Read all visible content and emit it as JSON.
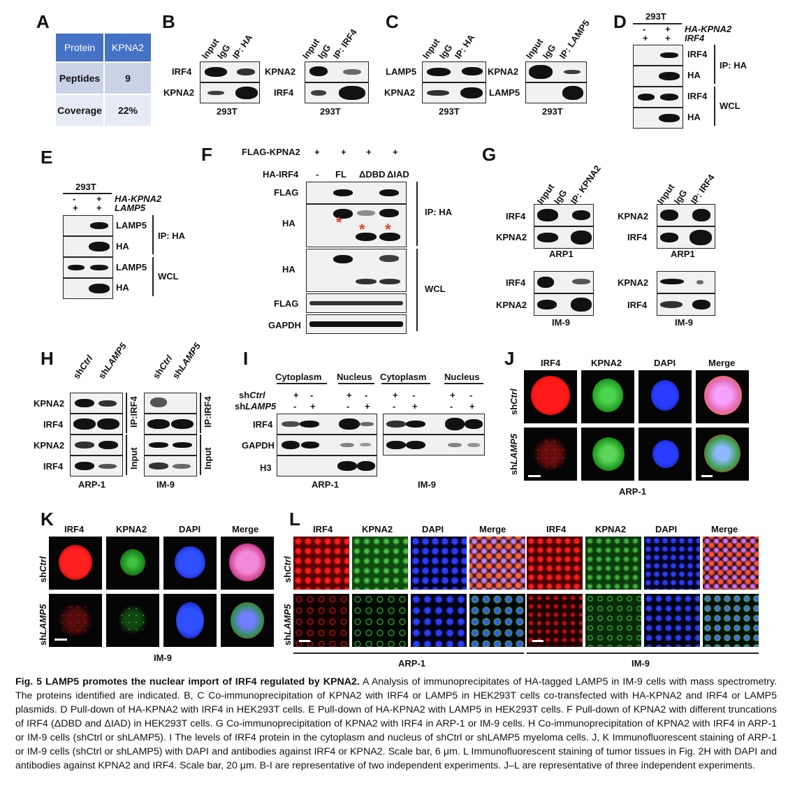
{
  "panels": {
    "A": "A",
    "B": "B",
    "C": "C",
    "D": "D",
    "E": "E",
    "F": "F",
    "G": "G",
    "H": "H",
    "I": "I",
    "J": "J",
    "K": "K",
    "L": "L"
  },
  "tableA": {
    "header": [
      "Protein",
      "KPNA2"
    ],
    "rows": [
      [
        "Peptides",
        "9"
      ],
      [
        "Coverage",
        "22%"
      ]
    ]
  },
  "panelB": {
    "left": {
      "cols": [
        "Input",
        "IgG",
        "IP: HA"
      ],
      "rows": [
        "IRF4",
        "KPNA2"
      ],
      "cell": "293T"
    },
    "right": {
      "cols": [
        "Input",
        "IgG",
        "IP: IRF4"
      ],
      "rows": [
        "KPNA2",
        "IRF4"
      ],
      "cell": "293T"
    }
  },
  "panelC": {
    "left": {
      "cols": [
        "Input",
        "IgG",
        "IP: HA"
      ],
      "rows": [
        "LAMP5",
        "KPNA2"
      ],
      "cell": "293T"
    },
    "right": {
      "cols": [
        "Input",
        "IgG",
        "IP: LAMP5"
      ],
      "rows": [
        "KPNA2",
        "LAMP5"
      ],
      "cell": "293T"
    }
  },
  "panelD": {
    "cell": "293T",
    "cond": [
      [
        "-",
        "+"
      ],
      [
        "+",
        "+"
      ]
    ],
    "condLabels": [
      "HA-KPNA2",
      "IRF4"
    ],
    "rows": [
      "IRF4",
      "HA",
      "IRF4",
      "HA"
    ],
    "groups": [
      "IP: HA",
      "WCL"
    ]
  },
  "panelE": {
    "cell": "293T",
    "cond": [
      [
        "-",
        "+"
      ],
      [
        "+",
        "+"
      ]
    ],
    "condLabels": [
      "HA-KPNA2",
      "LAMP5"
    ],
    "rows": [
      "LAMP5",
      "HA",
      "LAMP5",
      "HA"
    ],
    "groups": [
      "IP: HA",
      "WCL"
    ]
  },
  "panelF": {
    "condLabel1": "FLAG-KPNA2",
    "cond1": [
      "+",
      "+",
      "+",
      "+"
    ],
    "condLabel2": "HA-IRF4",
    "cond2": [
      "-",
      "FL",
      "ΔDBD",
      "ΔIAD"
    ],
    "rows": [
      "FLAG",
      "HA",
      "HA",
      "FLAG",
      "GAPDH"
    ],
    "groups": [
      "IP: HA",
      "WCL"
    ],
    "star": "*"
  },
  "panelG": {
    "cols1": [
      "Input",
      "IgG",
      "IP: KPNA2"
    ],
    "cols2": [
      "Input",
      "IgG",
      "IP: IRF4"
    ],
    "rows1": [
      "IRF4",
      "KPNA2"
    ],
    "rows2": [
      "KPNA2",
      "IRF4"
    ],
    "cells": [
      "ARP1",
      "ARP1",
      "IM-9",
      "IM-9"
    ]
  },
  "panelH": {
    "cols": [
      "shCtrl",
      "shLAMP5"
    ],
    "colPrefix": "sh",
    "colSuffix": [
      "Ctrl",
      "LAMP5"
    ],
    "rows": [
      "KPNA2",
      "IRF4",
      "KPNA2",
      "IRF4"
    ],
    "groups": [
      "IP:IRF4",
      "Input"
    ],
    "cells": [
      "ARP-1",
      "IM-9"
    ]
  },
  "panelI": {
    "fractions": [
      "Cytoplasm",
      "Nucleus",
      "Cytoplasm",
      "Nucleus"
    ],
    "condLabels": [
      "shCtrl",
      "shLAMP5"
    ],
    "cond": [
      [
        "+",
        "-",
        "+",
        "-",
        "+",
        "-",
        "+",
        "-"
      ],
      [
        "-",
        "+",
        "-",
        "+",
        "-",
        "+",
        "-",
        "+"
      ]
    ],
    "rows": [
      "IRF4",
      "GAPDH",
      "H3"
    ],
    "cells": [
      "ARP-1",
      "IM-9"
    ]
  },
  "panelJ": {
    "cols": [
      "IRF4",
      "KPNA2",
      "DAPI",
      "Merge"
    ],
    "rows": [
      "shCtrl",
      "shLAMP5"
    ],
    "cell": "ARP-1"
  },
  "panelK": {
    "cols": [
      "IRF4",
      "KPNA2",
      "DAPI",
      "Merge"
    ],
    "rows": [
      "shCtrl",
      "shLAMP5"
    ],
    "cell": "IM-9"
  },
  "panelL": {
    "cols": [
      "IRF4",
      "KPNA2",
      "DAPI",
      "Merge",
      "IRF4",
      "KPNA2",
      "DAPI",
      "Merge"
    ],
    "rows": [
      "shCtrl",
      "shLAMP5"
    ],
    "cells": [
      "ARP-1",
      "IM-9"
    ]
  },
  "caption": {
    "fig": "Fig. 5",
    "title": "LAMP5 promotes the nuclear import of IRF4 regulated by KPNA2.",
    "body": " A Analysis of immunoprecipitates of HA-tagged LAMP5 in IM-9 cells with mass spectrometry. The proteins identified are indicated. B, C Co-immunoprecipitation of KPNA2 with IRF4 or LAMP5 in HEK293T cells co-transfected with HA-KPNA2 and IRF4 or LAMP5 plasmids. D Pull-down of HA-KPNA2 with IRF4 in HEK293T cells. E Pull-down of HA-KPNA2 with LAMP5 in HEK293T cells. F Pull-down of KPNA2 with different truncations of IRF4 (ΔDBD and ΔIAD) in HEK293T cells. G Co-immunoprecipitation of KPNA2 with IRF4 in ARP-1 or IM-9 cells. H Co-immunoprecipitation of KPNA2 with IRF4 in ARP-1 or IM-9 cells (shCtrl or shLAMP5). I The levels of IRF4 protein in the cytoplasm and nucleus of shCtrl or shLAMP5 myeloma cells. J, K Immunofluorescent staining of ARP-1 or IM-9 cells (shCtrl or shLAMP5) with DAPI and antibodies against IRF4 or KPNA2. Scale bar, 6 μm. L Immunofluorescent staining of tumor tissues in Fig. 2H with DAPI and antibodies against KPNA2 and IRF4. Scale bar, 20 μm. B-I are representative of two independent experiments. J–L are representative of three independent experiments."
  }
}
